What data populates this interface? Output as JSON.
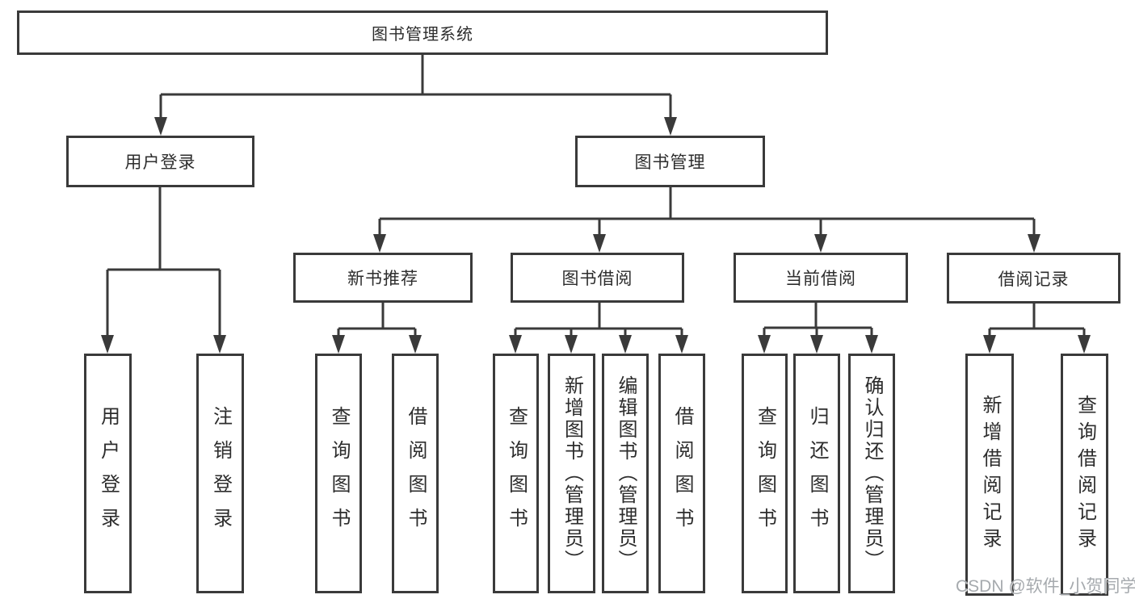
{
  "diagram_type": "org-tree",
  "root": {
    "label": "图书管理系统"
  },
  "level2": [
    {
      "label": "用户登录"
    },
    {
      "label": "图书管理"
    }
  ],
  "level3": [
    {
      "label": "新书推荐"
    },
    {
      "label": "图书借阅"
    },
    {
      "label": "当前借阅"
    },
    {
      "label": "借阅记录"
    }
  ],
  "level4": [
    {
      "label": "用户登录"
    },
    {
      "label": "注销登录"
    },
    {
      "label": "查询图书"
    },
    {
      "label": "借阅图书"
    },
    {
      "label": "查询图书"
    },
    {
      "label": "新增图书（管理员）"
    },
    {
      "label": "编辑图书（管理员）"
    },
    {
      "label": "借阅图书"
    },
    {
      "label": "查询图书"
    },
    {
      "label": "归还图书"
    },
    {
      "label": "确认归还（管理员）"
    },
    {
      "label": "新增借阅记录"
    },
    {
      "label": "查询借阅记录"
    }
  ],
  "hierarchy": {
    "图书管理系统": {
      "用户登录": [
        "用户登录",
        "注销登录"
      ],
      "图书管理": {
        "新书推荐": [
          "查询图书",
          "借阅图书"
        ],
        "图书借阅": [
          "查询图书",
          "新增图书（管理员）",
          "编辑图书（管理员）",
          "借阅图书"
        ],
        "当前借阅": [
          "查询图书",
          "归还图书",
          "确认归还（管理员）"
        ],
        "借阅记录": [
          "新增借阅记录",
          "查询借阅记录"
        ]
      }
    }
  },
  "watermark": "CSDN @软件_小贺同学",
  "colors": {
    "border": "#3a3a3a",
    "text": "#2d2d2d",
    "watermark": "#a6aaae",
    "background": "#ffffff"
  }
}
